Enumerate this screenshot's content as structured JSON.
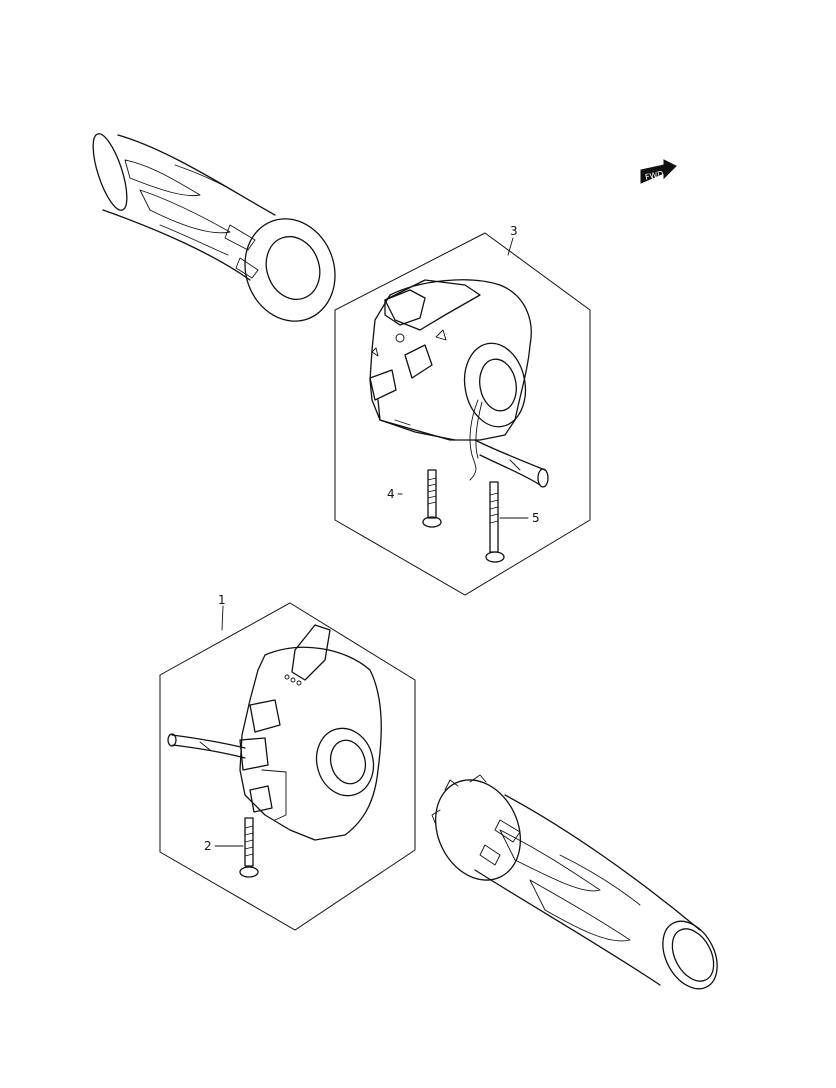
{
  "diagram": {
    "callouts": [
      {
        "id": "1",
        "text": "1"
      },
      {
        "id": "2",
        "text": "2"
      },
      {
        "id": "3",
        "text": "3"
      },
      {
        "id": "4",
        "text": "4"
      },
      {
        "id": "5",
        "text": "5"
      }
    ],
    "direction_badge": "FWD",
    "line_color": "#111111",
    "background": "#ffffff"
  }
}
